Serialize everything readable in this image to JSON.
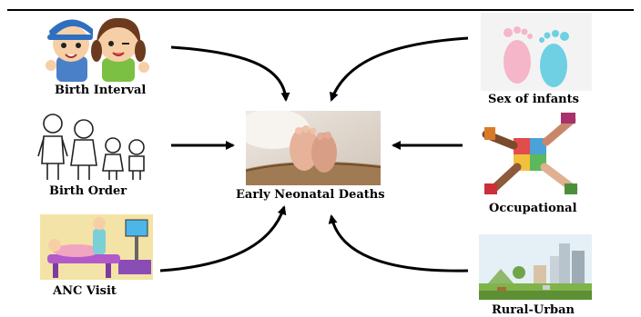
{
  "factors": {
    "birth_interval": "Birth Interval",
    "birth_order": "Birth Order",
    "anc_visit": "ANC Visit",
    "sex_of_infants": "Sex of infants",
    "occupational": "Occupational",
    "rural_urban": "Rural-Urban"
  },
  "center": {
    "label": "Early Neonatal Deaths"
  }
}
